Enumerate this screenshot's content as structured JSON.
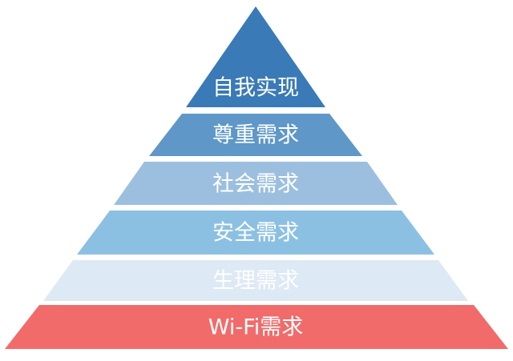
{
  "levels": [
    {
      "label": "自我实现",
      "fill": "#3a7ab6",
      "text_color": "#ffffff"
    },
    {
      "label": "尊重需求",
      "fill": "#5e97c8",
      "text_color": "#ffffff"
    },
    {
      "label": "社会需求",
      "fill": "#9cbfdf",
      "text_color": "#ffffff"
    },
    {
      "label": "安全需求",
      "fill": "#8cc0e3",
      "text_color": "#ffffff"
    },
    {
      "label": "生理需求",
      "fill": "#dde9f5",
      "text_color": "#ffffff"
    },
    {
      "label": "Wi-Fi需求",
      "fill": "#f26b6b",
      "text_color": "#ffffff"
    }
  ]
}
